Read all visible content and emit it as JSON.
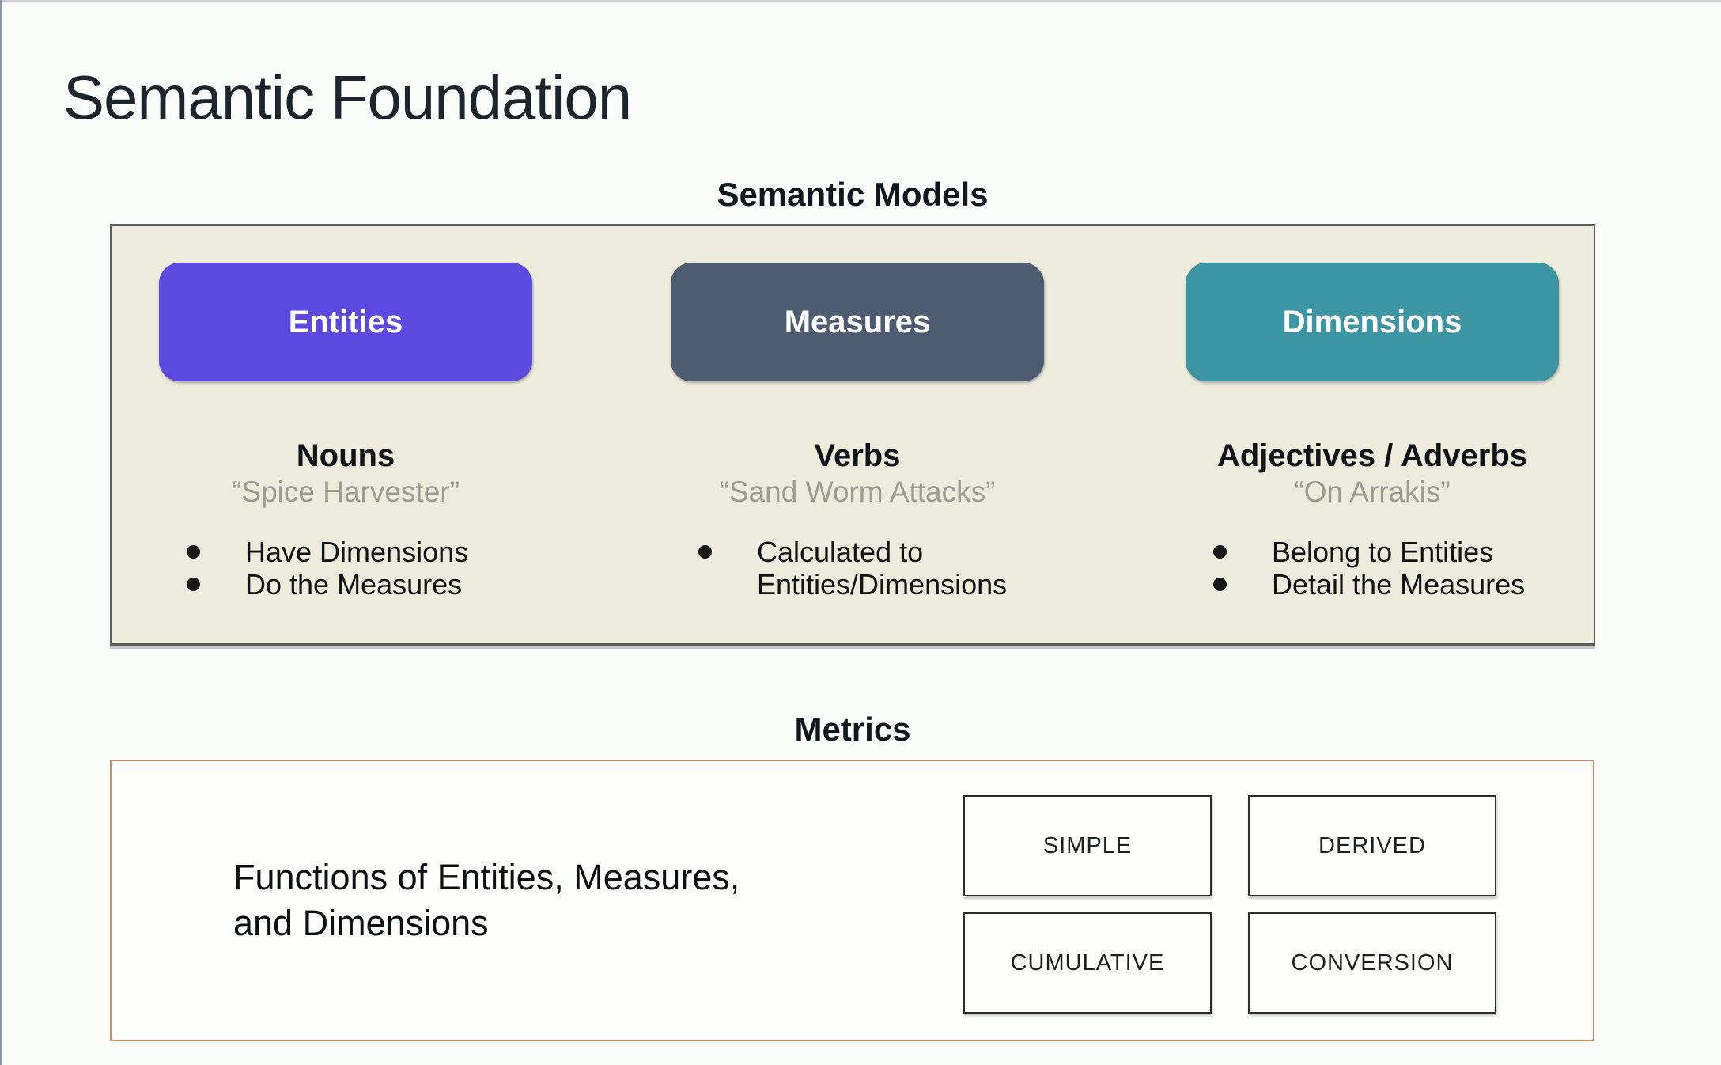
{
  "page": {
    "title": "Semantic Foundation"
  },
  "semantic_models": {
    "heading": "Semantic Models",
    "panel_color": "#edebdc",
    "columns": [
      {
        "label": "Entities",
        "color": "#5b49e0",
        "part_of_speech": "Nouns",
        "example": "“Spice Harvester”",
        "bullets": [
          "Have Dimensions",
          "Do the Measures"
        ]
      },
      {
        "label": "Measures",
        "color": "#4d5c70",
        "part_of_speech": "Verbs",
        "example": "“Sand Worm Attacks”",
        "bullets": [
          "Calculated to Entities/Dimensions"
        ]
      },
      {
        "label": "Dimensions",
        "color": "#3b95a3",
        "part_of_speech": "Adjectives / Adverbs",
        "example": "“On Arrakis”",
        "bullets": [
          "Belong to Entities",
          "Detail the Measures"
        ]
      }
    ]
  },
  "metrics": {
    "heading": "Metrics",
    "border_color": "#d4886c",
    "description_line1": "Functions of Entities, Measures,",
    "description_line2": "and Dimensions",
    "types": [
      "SIMPLE",
      "DERIVED",
      "CUMULATIVE",
      "CONVERSION"
    ]
  }
}
